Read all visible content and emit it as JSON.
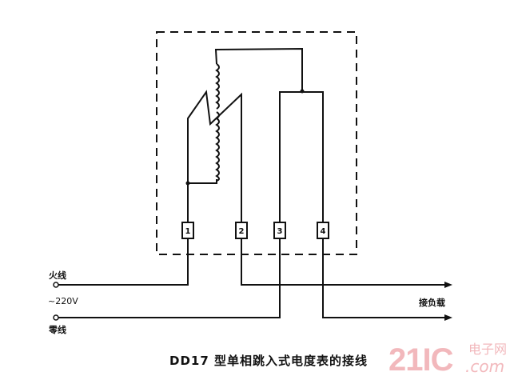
{
  "diagram": {
    "title": "DD17 型单相跳入式电度表的接线",
    "labels": {
      "live_wire": "火线",
      "voltage": "~220V",
      "neutral_wire": "零线",
      "load": "接负载"
    },
    "terminals": [
      {
        "id": "1",
        "label": "1"
      },
      {
        "id": "2",
        "label": "2"
      },
      {
        "id": "3",
        "label": "3"
      },
      {
        "id": "4",
        "label": "4"
      }
    ],
    "components": [
      "voltage-coil",
      "current-coil",
      "meter-enclosure"
    ]
  },
  "watermark": {
    "main": "21IC",
    "sub_cn": "电子网",
    "sub_domain": ".com"
  },
  "colors": {
    "line": "#111111",
    "watermark": "#f2b8bc"
  }
}
